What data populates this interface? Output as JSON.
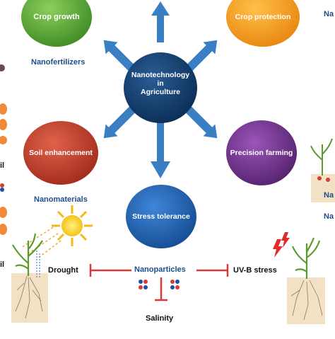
{
  "center": {
    "line1": "Nanotechnology",
    "line2": "in",
    "line3": "Agriculture",
    "color": "#0f3c6e"
  },
  "nodes": {
    "crop_growth": {
      "label": "Crop growth",
      "color": "#5aa03a"
    },
    "crop_protection": {
      "label": "Crop protection",
      "color": "#f29a1c"
    },
    "soil_enhancement": {
      "label": "Soil enhancement",
      "color": "#c23f2b"
    },
    "precision_farming": {
      "label": "Precision farming",
      "color": "#6a2f86"
    },
    "stress_tolerance": {
      "label": "Stress tolerance",
      "color": "#1d5fb0"
    }
  },
  "captions": {
    "nanofertilizers": "Nanofertilizers",
    "nanomaterials": "Nanomaterials",
    "nanoparticles": "Nanoparticles"
  },
  "stresses": {
    "drought": "Drought",
    "uvb": "UV-B stress",
    "salinity": "Salinity"
  },
  "edge_fragments": {
    "right_top": "Na",
    "right_mid": "Na",
    "right_bottom": "Na",
    "left_1": "il",
    "left_2": "il"
  },
  "colors": {
    "arrow": "#3a7fc4",
    "inhibitor": "#d83a3a",
    "caption": "#1f4e8c"
  }
}
